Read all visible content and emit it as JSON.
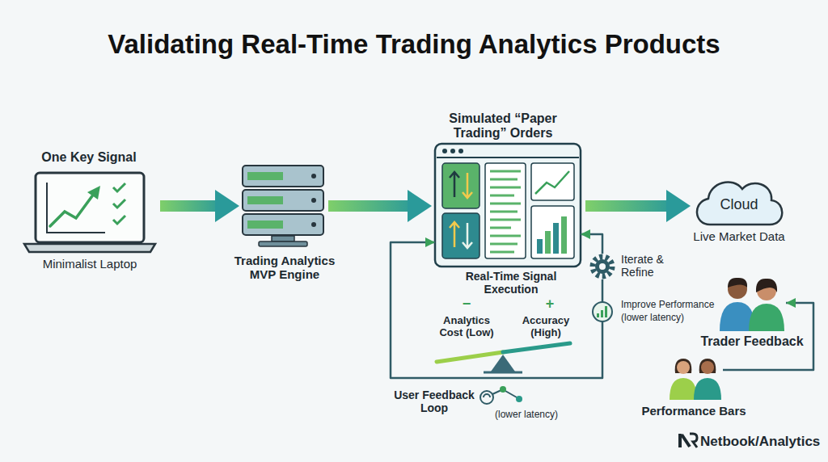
{
  "diagram": {
    "title": "Validating Real-Time Trading Analytics Products",
    "nodes": [
      {
        "text": [
          "One Key Signal",
          "Minimalist Laptop"
        ]
      },
      {
        "text": [
          "Trading Analytics MVP Engine"
        ]
      },
      {
        "text": [
          "Simulated “Paper Trading” Orders",
          "Real-Time Signal Execution"
        ]
      },
      {
        "text": [
          "Cloud",
          "Live Market Data"
        ]
      },
      {
        "text": [
          "Iterate & Refine"
        ]
      },
      {
        "text": [
          "Improve Performance",
          "(lower latency)"
        ]
      },
      {
        "text": [
          "Trader Feedback"
        ]
      },
      {
        "text": [
          "Performance Bars"
        ]
      }
    ],
    "edges": [
      {
        "from": 0,
        "to": 1,
        "arrow": "to"
      },
      {
        "from": 1,
        "to": 2,
        "arrow": "to"
      },
      {
        "from": 2,
        "to": 3,
        "arrow": "to"
      },
      {
        "from": 4,
        "to": 2,
        "arrow": "to"
      },
      {
        "from": 5,
        "to": 4,
        "arrow": "none"
      },
      {
        "from": 5,
        "to": 2,
        "arrow": "to"
      },
      {
        "from": 7,
        "to": 6,
        "arrow": "to"
      }
    ],
    "labels": [
      "Analytics Cost (Low)",
      "Accuracy (High)",
      "−",
      "+",
      "User Feedback Loop",
      "(lower latency)",
      "Netbook/Analytics"
    ]
  }
}
